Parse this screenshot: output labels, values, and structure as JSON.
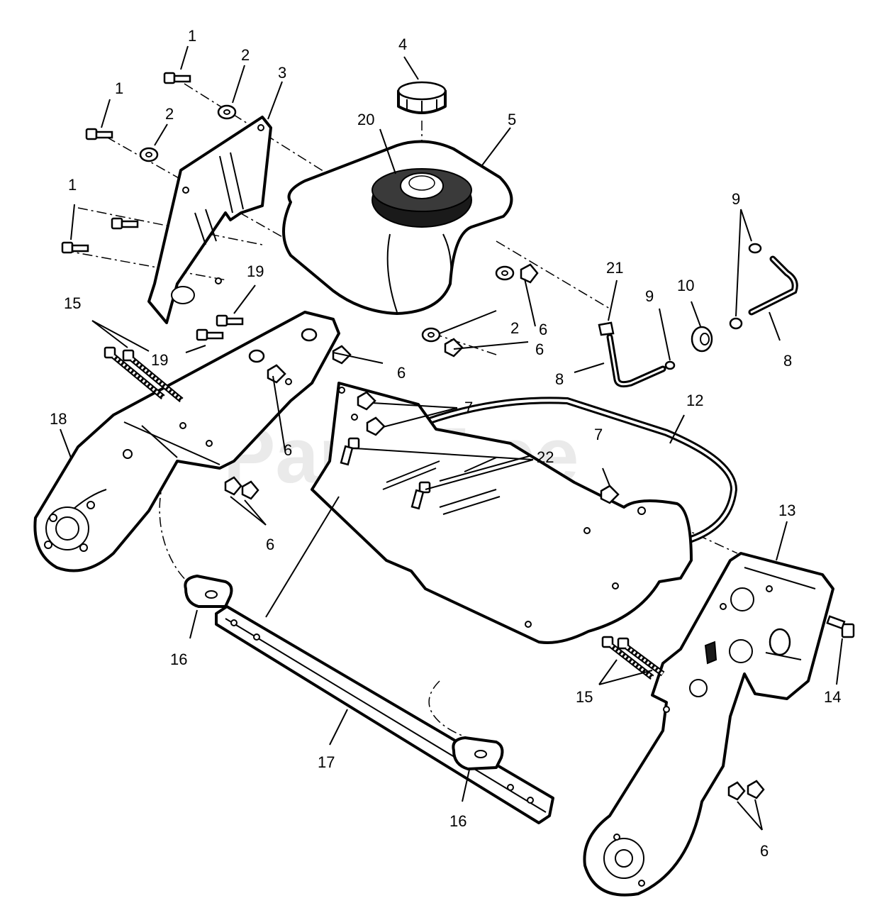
{
  "watermark": "PartsTree",
  "callouts": {
    "c1a": "1",
    "c1b": "1",
    "c1c": "1",
    "c2a": "2",
    "c2b": "2",
    "c2c": "2",
    "c3": "3",
    "c4": "4",
    "c5": "5",
    "c6a": "6",
    "c6b": "6",
    "c6c": "6",
    "c6d": "6",
    "c6e": "6",
    "c7a": "7",
    "c7b": "7",
    "c8a": "8",
    "c8b": "8",
    "c9a": "9",
    "c9b": "9",
    "c10": "10",
    "c12": "12",
    "c13": "13",
    "c14": "14",
    "c15a": "15",
    "c15b": "15",
    "c16a": "16",
    "c16b": "16",
    "c17": "17",
    "c18": "18",
    "c19a": "19",
    "c19b": "19",
    "c20": "20",
    "c21": "21",
    "c22": "22"
  }
}
